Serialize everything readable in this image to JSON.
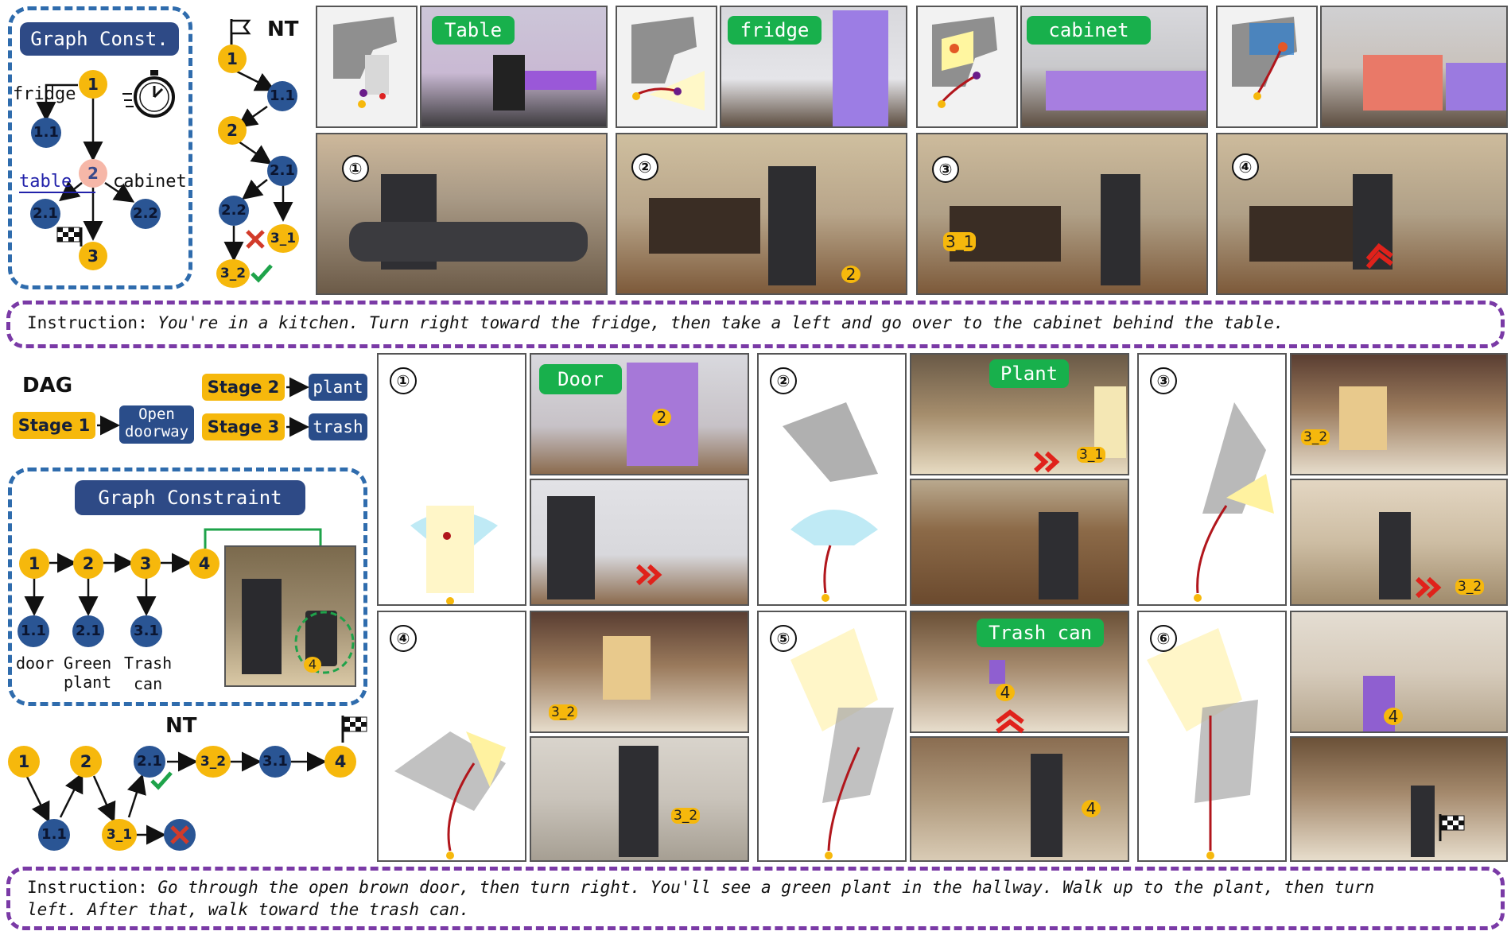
{
  "top": {
    "graph_title": "Graph Const.",
    "labels": {
      "fridge": "fridge",
      "table": "table",
      "cabinet": "cabinet"
    },
    "nodes": {
      "n1": "1",
      "n11": "1.1",
      "n2": "2",
      "n21": "2.1",
      "n22": "2.2",
      "n3": "3"
    },
    "nt_label": "NT",
    "nt_nodes": {
      "n1": "1",
      "n11": "1.1",
      "n2": "2",
      "n21": "2.1",
      "n22": "2.2",
      "n31": "3_1",
      "n32": "3_2"
    },
    "tags": [
      "Table",
      "fridge",
      "cabinet"
    ],
    "steps": [
      "①",
      "②",
      "③",
      "④"
    ],
    "markers": {
      "two": "2",
      "three_one": "3_1"
    },
    "instruction_prefix": "Instruction:",
    "instruction_text": " You're in a kitchen. Turn right toward the fridge, then take a left and go over to the cabinet behind the table."
  },
  "bottom": {
    "dag_label": "DAG",
    "stages": [
      {
        "stage": "Stage 1",
        "task": "Open doorway"
      },
      {
        "stage": "Stage 2",
        "task": "plant"
      },
      {
        "stage": "Stage 3",
        "task": "trash"
      }
    ],
    "graph_title": "Graph Constraint",
    "nodes": {
      "n1": "1",
      "n2": "2",
      "n3": "3",
      "n4": "4",
      "n11": "1.1",
      "n21": "2.1",
      "n31": "3.1"
    },
    "node_labels": {
      "door": "door",
      "green": "Green",
      "plant": "plant",
      "trash": "Trash",
      "can": "can"
    },
    "photo_marker": "4",
    "nt_label": "NT",
    "nt_nodes": {
      "n1": "1",
      "n2": "2",
      "n21": "2.1",
      "n32": "3_2",
      "n31": "3.1",
      "n4": "4",
      "n11": "1.1",
      "n3_1": "3_1"
    },
    "tags": [
      "Door",
      "Plant",
      "Trash can"
    ],
    "steps": [
      "①",
      "②",
      "③",
      "④",
      "⑤",
      "⑥"
    ],
    "markers": {
      "m2": "2",
      "m31": "3_1",
      "m32a": "3_2",
      "m32b": "3_2",
      "m32c": "3_2",
      "m32d": "3_2",
      "m4a": "4",
      "m4b": "4",
      "m4c": "4"
    },
    "instruction_prefix": "Instruction:",
    "instruction_line1": " Go through the open brown door, then turn right. You'll see a green plant in the hallway. Walk up to the plant, then turn",
    "instruction_line2": "left. After that, walk toward the trash can."
  },
  "colors": {
    "yellow_node": "#f6b80c",
    "blue_node": "#2a5594",
    "dash_blue": "#2f6cad",
    "dash_purple": "#7a3aa6",
    "tag_green": "#18b04c"
  },
  "icons": [
    "stopwatch-icon",
    "flag-icon",
    "checkered-flag-icon",
    "check-icon",
    "cross-icon",
    "chevron-arrow-icon"
  ]
}
